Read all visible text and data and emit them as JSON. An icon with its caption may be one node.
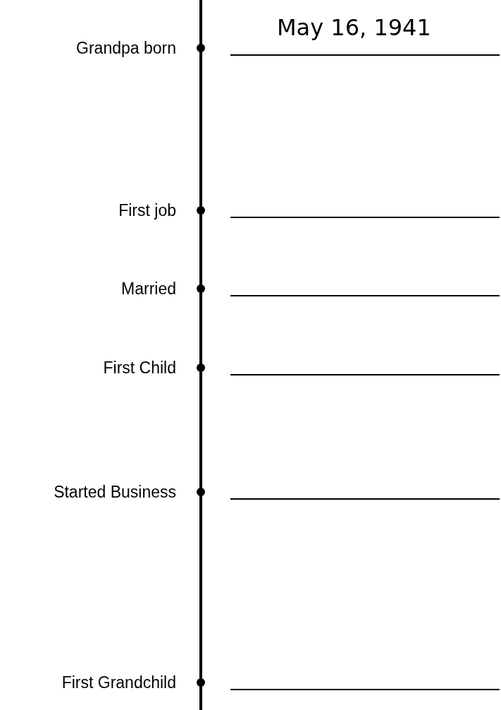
{
  "diagram": {
    "labels": [
      "Grandpa born",
      "May 16, 1941",
      "First job",
      "Married",
      "First Child",
      "Started Business",
      "First Grandchild"
    ]
  }
}
